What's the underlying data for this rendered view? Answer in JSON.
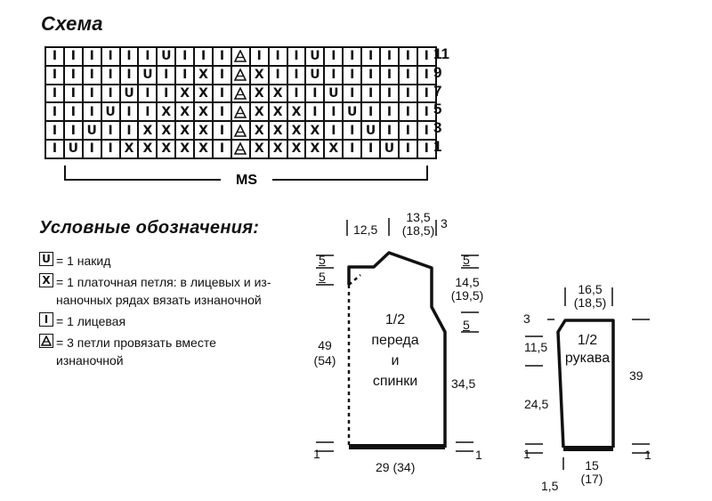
{
  "scheme_title": "Схема",
  "legend_title": "Условные обозначения:",
  "chart": {
    "row_numbers": [
      "11",
      "9",
      "7",
      "5",
      "3",
      "1"
    ],
    "rows": [
      [
        "I",
        "I",
        "I",
        "I",
        "I",
        "I",
        "U",
        "I",
        "I",
        "I",
        "A",
        "I",
        "I",
        "I",
        "U",
        "I",
        "I",
        "I",
        "I",
        "I",
        "I"
      ],
      [
        "I",
        "I",
        "I",
        "I",
        "I",
        "U",
        "I",
        "I",
        "X",
        "I",
        "A",
        "X",
        "I",
        "I",
        "U",
        "I",
        "I",
        "I",
        "I",
        "I",
        "I"
      ],
      [
        "I",
        "I",
        "I",
        "I",
        "U",
        "I",
        "I",
        "X",
        "X",
        "I",
        "A",
        "X",
        "X",
        "I",
        "I",
        "U",
        "I",
        "I",
        "I",
        "I",
        "I"
      ],
      [
        "I",
        "I",
        "I",
        "U",
        "I",
        "I",
        "X",
        "X",
        "X",
        "I",
        "A",
        "X",
        "X",
        "X",
        "I",
        "I",
        "U",
        "I",
        "I",
        "I",
        "I"
      ],
      [
        "I",
        "I",
        "U",
        "I",
        "I",
        "X",
        "X",
        "X",
        "X",
        "I",
        "A",
        "X",
        "X",
        "X",
        "X",
        "I",
        "I",
        "U",
        "I",
        "I",
        "I"
      ],
      [
        "I",
        "U",
        "I",
        "I",
        "X",
        "X",
        "X",
        "X",
        "X",
        "I",
        "A",
        "X",
        "X",
        "X",
        "X",
        "X",
        "I",
        "I",
        "U",
        "I",
        "I"
      ]
    ],
    "ms_label": "MS"
  },
  "legend": {
    "items": [
      {
        "symbol": "U",
        "text": "= 1 накид"
      },
      {
        "symbol": "X",
        "text": "= 1 платочная петля: в лицевых и из-\nнаночных рядах вязать изнаночной"
      },
      {
        "symbol": "I",
        "text": "= 1 лицевая"
      },
      {
        "symbol": "A",
        "text": "= 3 петли провязать вместе\nизнаночной"
      }
    ]
  },
  "body_pattern": {
    "top_widths": [
      "12,5",
      "13,5",
      "(18,5)",
      "3"
    ],
    "left_top_5a": "5",
    "left_top_5b": "5",
    "label": [
      "1/2",
      "переда",
      "и",
      "спинки"
    ],
    "right_145": "14,5",
    "right_195": "(19,5)",
    "right_5a": "5",
    "right_5b": "5",
    "left_49": "49",
    "left_54": "(54)",
    "right_345": "34,5",
    "left_1": "1",
    "right_1": "1",
    "bottom_width": "29 (34)"
  },
  "sleeve_pattern": {
    "top_165": "16,5",
    "top_185": "(18,5)",
    "left_3": "3",
    "left_115": "11,5",
    "left_245": "24,5",
    "label": [
      "1/2",
      "рукава"
    ],
    "right_39": "39",
    "left_1": "1",
    "right_1": "1",
    "bottom_15": "15",
    "bottom_17": "(17)",
    "bottom_left_15": "1,5"
  }
}
